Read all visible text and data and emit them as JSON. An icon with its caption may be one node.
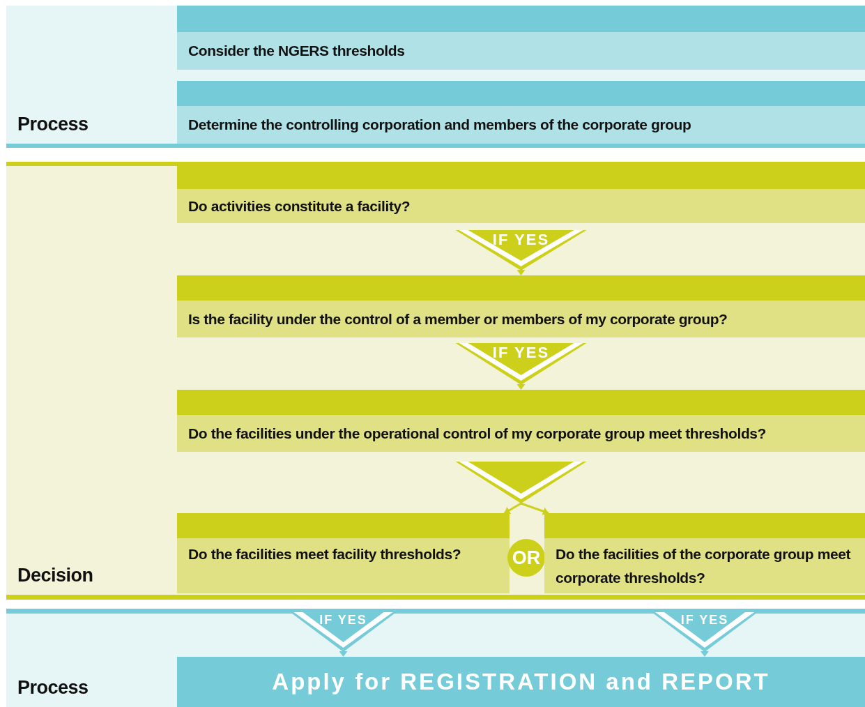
{
  "diagram": {
    "nodes": [
      {
        "text": [
          "Process"
        ]
      },
      {
        "text": [
          "Consider the NGERS thresholds"
        ],
        "in": 0
      },
      {
        "text": [
          "Determine the controlling corporation and members of the corporate group"
        ],
        "in": 0
      },
      {
        "text": [
          "Decision"
        ]
      },
      {
        "text": [
          "Do activities constitute a facility?"
        ],
        "in": 3
      },
      {
        "text": [
          "Is the facility under the control of a member or members of my corporate group?"
        ],
        "in": 3
      },
      {
        "text": [
          "Do the facilities under the operational control of my corporate group meet thresholds?"
        ],
        "in": 3
      },
      {
        "text": [
          "Do the facilities meet facility thresholds?"
        ],
        "in": 3
      },
      {
        "text": [
          "OR"
        ],
        "in": 3
      },
      {
        "text": [
          "Do the facilities of the corporate group meet corporate thresholds?"
        ],
        "in": 3
      },
      {
        "text": [
          "Process"
        ]
      },
      {
        "text": [
          "Apply for REGISTRATION and REPORT"
        ],
        "in": 10
      }
    ],
    "edges": [
      {
        "from": 4,
        "to": 5,
        "arrow": "to",
        "label": "IF YES"
      },
      {
        "from": 5,
        "to": 6,
        "arrow": "to",
        "label": "IF YES"
      },
      {
        "from": 6,
        "to": 7,
        "arrow": "to"
      },
      {
        "from": 6,
        "to": 9,
        "arrow": "to"
      },
      {
        "from": 7,
        "to": 11,
        "arrow": "to",
        "label": "IF YES",
        "color": "#76cbd8"
      },
      {
        "from": 9,
        "to": 11,
        "arrow": "to",
        "label": "IF YES",
        "color": "#76cbd8"
      }
    ]
  }
}
